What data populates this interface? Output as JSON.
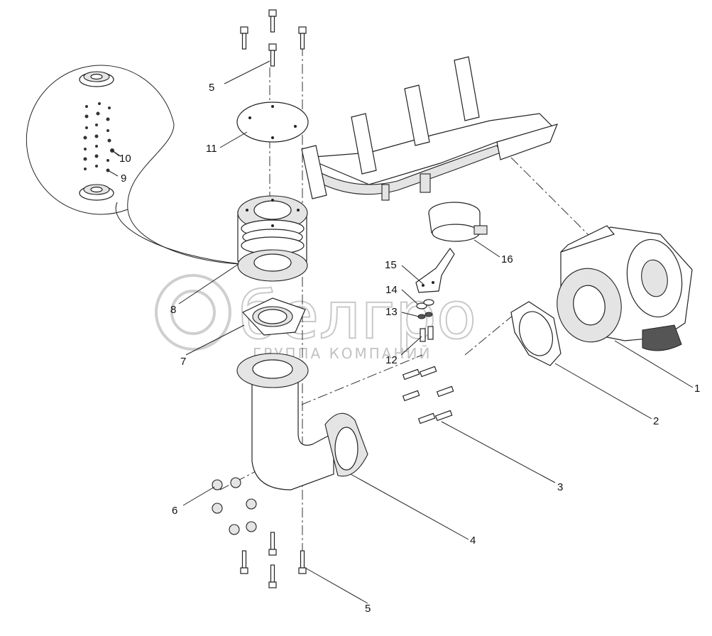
{
  "watermark": {
    "brand": "белгро",
    "tagline": "ГРУППА КОМПАНИЙ"
  },
  "callouts": [
    {
      "id": "1",
      "label": "1"
    },
    {
      "id": "2",
      "label": "2"
    },
    {
      "id": "3",
      "label": "3"
    },
    {
      "id": "4",
      "label": "4"
    },
    {
      "id": "5a",
      "label": "5"
    },
    {
      "id": "5b",
      "label": "5"
    },
    {
      "id": "6",
      "label": "6"
    },
    {
      "id": "7",
      "label": "7"
    },
    {
      "id": "8",
      "label": "8"
    },
    {
      "id": "9",
      "label": "9"
    },
    {
      "id": "10",
      "label": "10"
    },
    {
      "id": "11",
      "label": "11"
    },
    {
      "id": "12",
      "label": "12"
    },
    {
      "id": "13",
      "label": "13"
    },
    {
      "id": "14",
      "label": "14"
    },
    {
      "id": "15",
      "label": "15"
    },
    {
      "id": "16",
      "label": "16"
    }
  ]
}
